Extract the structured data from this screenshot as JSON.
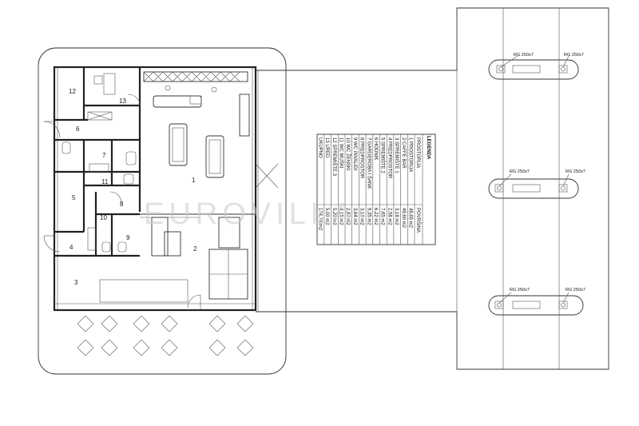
{
  "rooms": [
    {
      "num": "1"
    },
    {
      "num": "2"
    },
    {
      "num": "3"
    },
    {
      "num": "4"
    },
    {
      "num": "5"
    },
    {
      "num": "6"
    },
    {
      "num": "7"
    },
    {
      "num": "8"
    },
    {
      "num": "9"
    },
    {
      "num": "10"
    },
    {
      "num": "11"
    },
    {
      "num": "12"
    },
    {
      "num": "13"
    }
  ],
  "legend": {
    "title": "LEGENDA",
    "col_room": "PROSTORIJA",
    "col_area": "POVRŠINA",
    "rows": [
      {
        "name": "1  PROSTORIJA",
        "area": "48,65 m2"
      },
      {
        "name": "2  CAFFE BAR",
        "area": "49,60 m2"
      },
      {
        "name": "3  SPREMIŠTE 1",
        "area": "3,18 m2"
      },
      {
        "name": "4  PREDPROSTOR",
        "area": "2,58 m2"
      },
      {
        "name": "5  SPREMIŠTE 2",
        "area": "7,65 m2"
      },
      {
        "name": "6  HODNIK",
        "area": "6,22 m2"
      },
      {
        "name": "7  GARDEROBA I ŠANK",
        "area": "9,35 m2"
      },
      {
        "name": "8  PREDPROSTOR",
        "area": "3,10 m2"
      },
      {
        "name": "9  WC INVALIDI",
        "area": "3,64 m2"
      },
      {
        "name": "10 WC ŽENSKI",
        "area": "2,87 m2"
      },
      {
        "name": "11 WC MUŠKI",
        "area": "4,15 m2"
      },
      {
        "name": "12 SPREMIŠTE 3",
        "area": "5,20 m2"
      },
      {
        "name": "13 URED",
        "area": "5,00 m2"
      },
      {
        "name": "UKUPNO",
        "area": "174,74 m2"
      }
    ]
  },
  "vents": [
    {
      "label": "RG 250x7"
    },
    {
      "label": "RG 250x7"
    },
    {
      "label": "RG 250x7"
    },
    {
      "label": "RG 250x7"
    },
    {
      "label": "RG 250x7"
    },
    {
      "label": "RG 250x7"
    }
  ],
  "watermark": "EUROVILLA",
  "colors": {
    "line": "#222222",
    "background": "#ffffff",
    "watermark": "#c9c9c9"
  }
}
